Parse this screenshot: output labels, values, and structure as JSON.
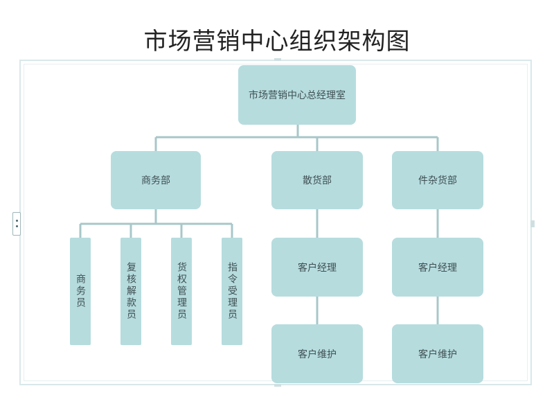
{
  "title": "市场营销中心组织架构图",
  "nodes": {
    "root": "市场营销中心总经理室",
    "dept_business": "商务部",
    "dept_bulk": "散货部",
    "dept_parcel": "件杂货部",
    "business_children": [
      "商务员",
      "复核解款员",
      "货权管理员",
      "指令受理员"
    ],
    "bulk_children": [
      "客户经理",
      "客户维护"
    ],
    "parcel_children": [
      "客户经理",
      "客户维护"
    ]
  },
  "colors": {
    "node_fill": "#b6dcde",
    "connector": "#a8c7c9",
    "frame": "#d9e8ea"
  }
}
